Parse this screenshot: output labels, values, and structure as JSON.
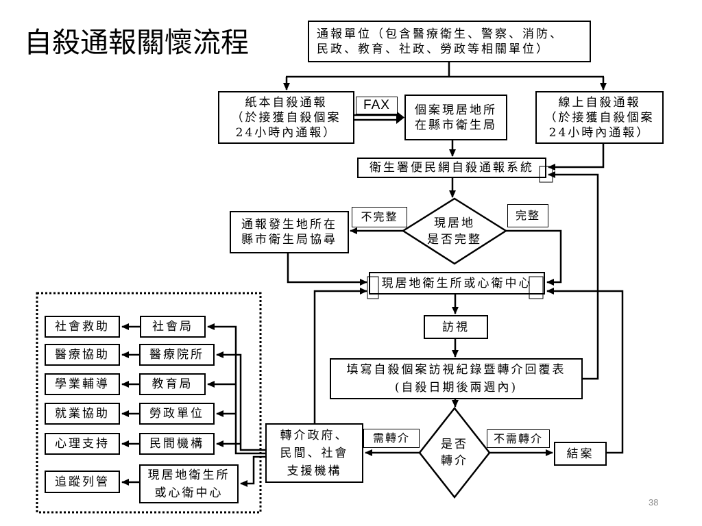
{
  "title": "自殺通報關懷流程",
  "page_number": "38",
  "flow": {
    "reporting_units": {
      "lines": [
        "通報單位（包含醫療衛生、警察、消防、",
        "民政、教育、社政、勞政等相關單位）"
      ]
    },
    "paper_report": {
      "lines": [
        "紙本自殺通報",
        "（於接獲自殺個案",
        "24小時內通報）"
      ]
    },
    "fax_label": "FAX",
    "county_health_bureau": {
      "lines": [
        "個案現居地所",
        "在縣市衛生局"
      ]
    },
    "online_report": {
      "lines": [
        "線上自殺通報",
        "（於接獲自殺個案",
        "24小時內通報）"
      ]
    },
    "reporting_system": "衛生署便民網自殺通報系統",
    "address_check": {
      "lines": [
        "現居地",
        "是否完整"
      ],
      "no_label": "不完整",
      "yes_label": "完整"
    },
    "locate_assist": {
      "lines": [
        "通報發生地所在",
        "縣市衛生局協尋"
      ]
    },
    "local_health_center": "現居地衛生所或心衛中心",
    "visit": "訪視",
    "record_form": {
      "lines": [
        "填寫自殺個案訪視紀錄暨轉介回覆表",
        "(自殺日期後兩週內)"
      ]
    },
    "referral_check": {
      "lines": [
        "是否",
        "轉介"
      ],
      "yes_label": "需轉介",
      "no_label": "不需轉介"
    },
    "referral_agencies": {
      "lines": [
        "轉介政府、",
        "民間、社會",
        "支援機構"
      ]
    },
    "close_case": "結案"
  },
  "resources": [
    {
      "service": "社會救助",
      "agency": [
        "社會局"
      ]
    },
    {
      "service": "醫療協助",
      "agency": [
        "醫療院所"
      ]
    },
    {
      "service": "學業輔導",
      "agency": [
        "教育局"
      ]
    },
    {
      "service": "就業協助",
      "agency": [
        "勞政單位"
      ]
    },
    {
      "service": "心理支持",
      "agency": [
        "民間機構"
      ]
    },
    {
      "service": "追蹤列管",
      "agency": [
        "現居地衛生所",
        "或心衛中心"
      ]
    }
  ]
}
